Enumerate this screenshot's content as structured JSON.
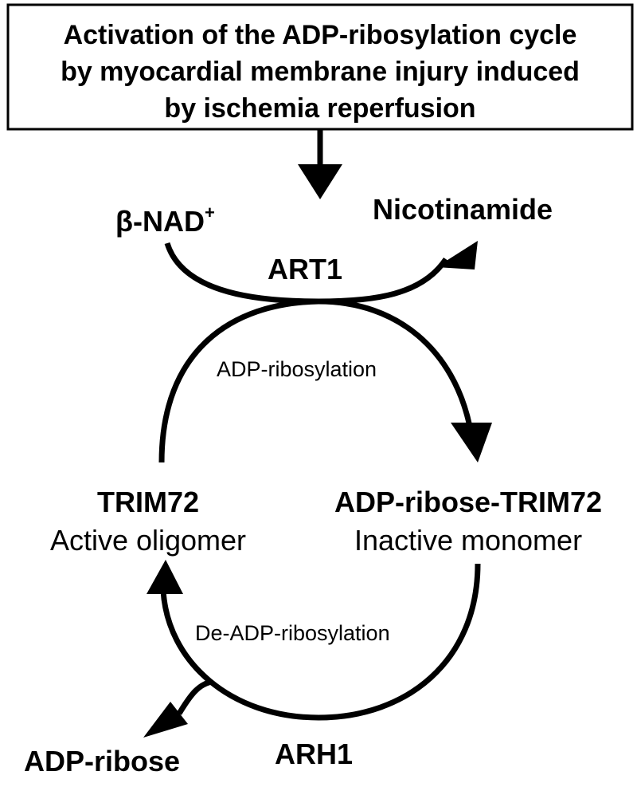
{
  "title_box": {
    "lines": [
      "Activation of the ADP-ribosylation cycle",
      "by myocardial membrane injury induced",
      "by ischemia reperfusion"
    ]
  },
  "top_reaction": {
    "substrate": "β-NAD",
    "substrate_charge": "+",
    "product": "Nicotinamide",
    "enzyme": "ART1"
  },
  "cycle": {
    "forward_step": "ADP-ribosylation",
    "reverse_step": "De-ADP-ribosylation",
    "active_state": {
      "name": "TRIM72",
      "description": "Active oligomer"
    },
    "inactive_state": {
      "name": "ADP-ribose-TRIM72",
      "description": "Inactive monomer"
    }
  },
  "bottom_reaction": {
    "product": "ADP-ribose",
    "enzyme": "ARH1"
  }
}
